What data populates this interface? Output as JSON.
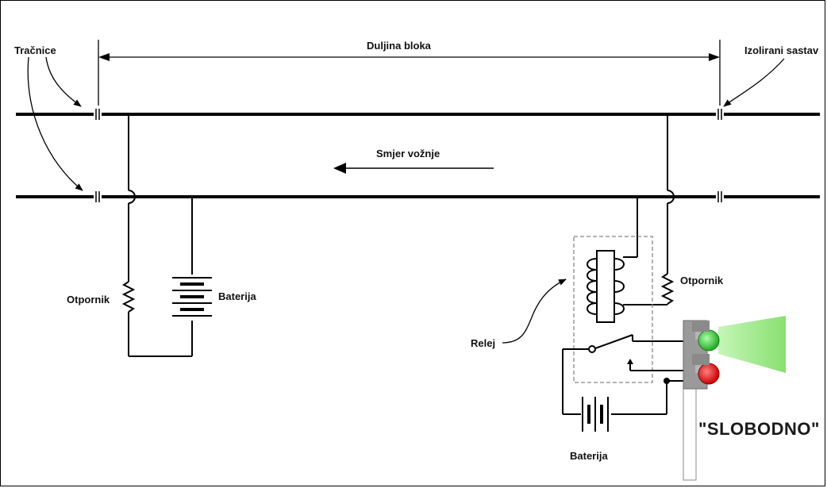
{
  "labels": {
    "rails": "Tračnice",
    "block_length": "Duljina bloka",
    "insulated_joint": "Izolirani sastav",
    "direction": "Smjer vožnje",
    "resistor_left": "Otpornik",
    "battery_left": "Baterija",
    "resistor_right": "Otpornik",
    "relay": "Relej",
    "battery_right": "Baterija",
    "signal_state": "\"SLOBODNO\""
  },
  "colors": {
    "line": "#000000",
    "signal_green": "#33cc33",
    "signal_green_beam": "#99ee88",
    "signal_red": "#e02020",
    "signal_body": "#999999",
    "relay_box": "#888888"
  }
}
